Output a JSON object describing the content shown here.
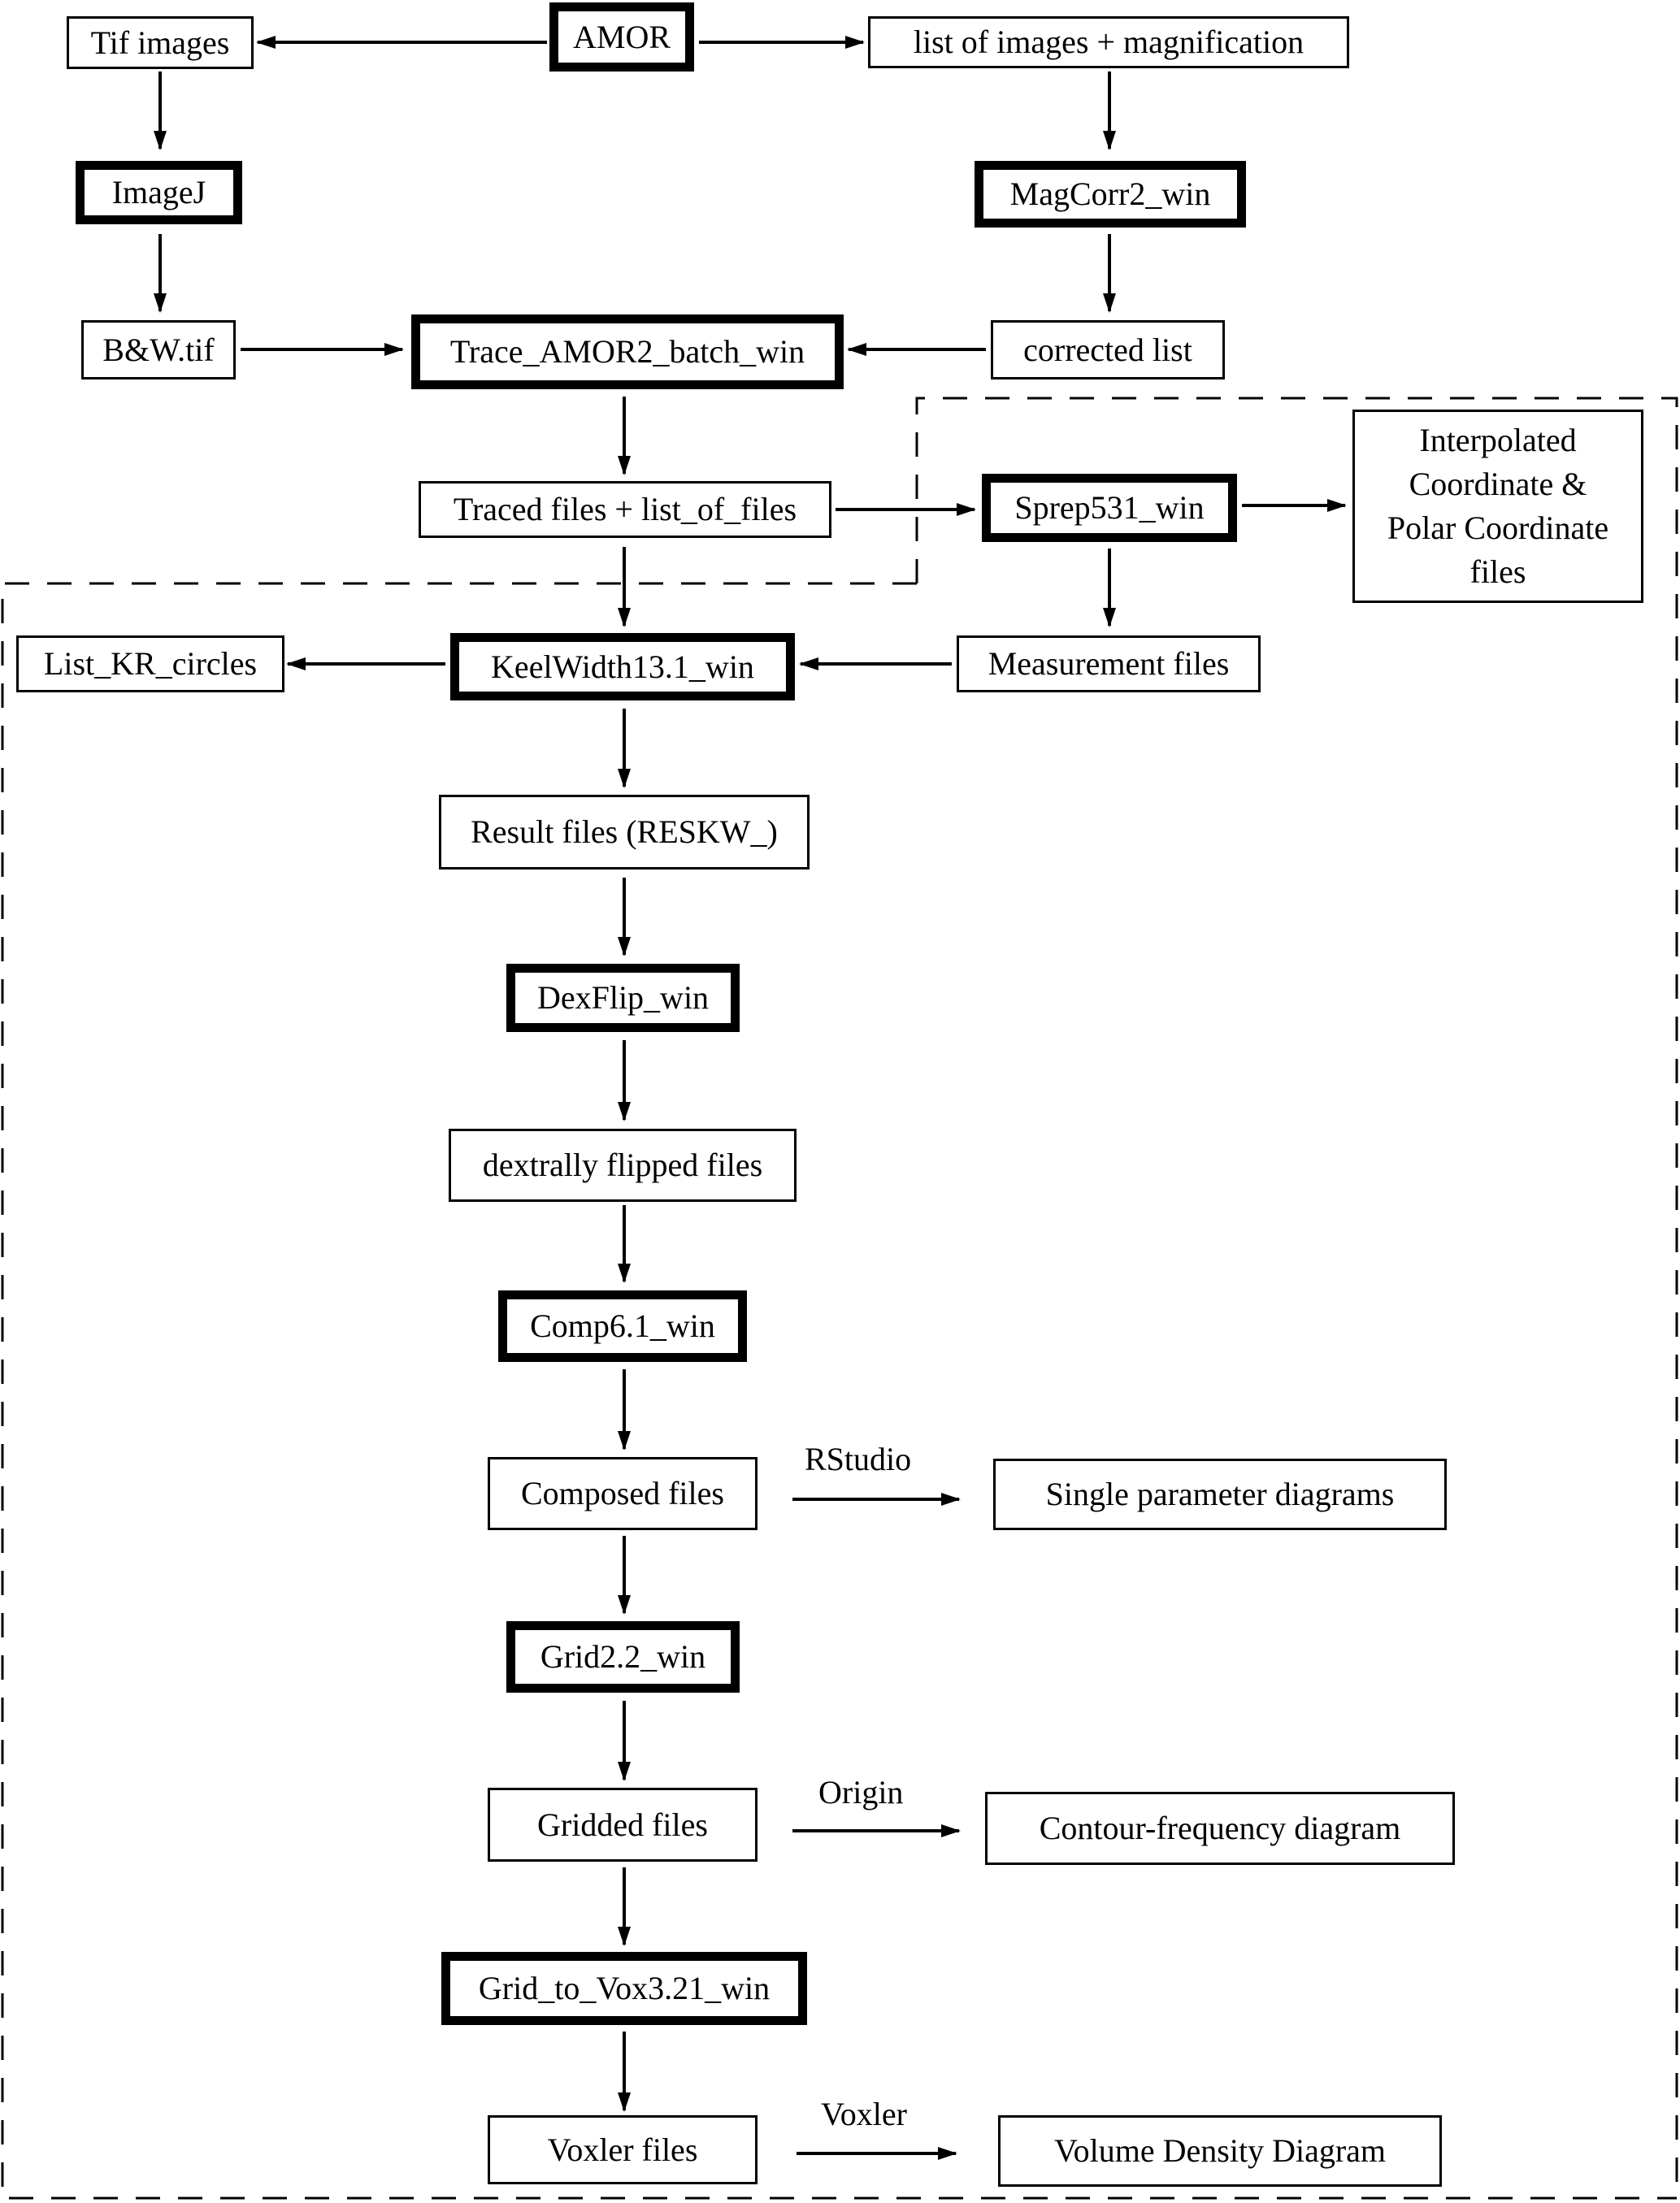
{
  "nodes": {
    "amor": "AMOR",
    "tif_images": "Tif images",
    "list_images": "list of images + magnification",
    "imagej": "ImageJ",
    "magcorr": "MagCorr2_win",
    "bw_tif": "B&W.tif",
    "trace": "Trace_AMOR2_batch_win",
    "corrected_list": "corrected list",
    "traced_files": "Traced files + list_of_files",
    "sprep": "Sprep531_win",
    "interp_l1": "Interpolated",
    "interp_l2": "Coordinate &",
    "interp_l3": "Polar Coordinate",
    "interp_l4": "files",
    "list_kr": "List_KR_circles",
    "keelwidth": "KeelWidth13.1_win",
    "measurement": "Measurement files",
    "result_files": "Result files (RESKW_)",
    "dexflip": "DexFlip_win",
    "dextral": "dextrally flipped files",
    "comp": "Comp6.1_win",
    "composed": "Composed files",
    "single_param": "Single parameter diagrams",
    "grid": "Grid2.2_win",
    "gridded": "Gridded files",
    "contour": "Contour-frequency diagram",
    "grid_to_vox": "Grid_to_Vox3.21_win",
    "voxler_files": "Voxler files",
    "volume_density": "Volume Density Diagram"
  },
  "edge_labels": {
    "rstudio": "RStudio",
    "origin": "Origin",
    "voxler": "Voxler"
  }
}
